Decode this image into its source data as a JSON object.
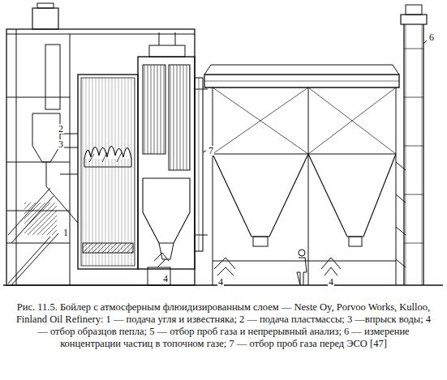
{
  "diagram": {
    "caption": "Рис. 11.5. Бойлер с атмосферным флюидизированным слоем — Neste Oy, Porvoo Works, Kulloo, Finland Oil Refinery: 1 — подача угля и известняка; 2 — подача пластмассы; 3 —впрыск воды; 4 — отбор образцов пепла; 5 — отбор проб газа и непрерывный анализ; 6 — измерение концентрации частиц в топочном газе; 7 — отбор проб газа перед ЭСО [47]",
    "labels": [
      "1",
      "2",
      "3",
      "4",
      "4",
      "4",
      "6",
      "7"
    ]
  }
}
